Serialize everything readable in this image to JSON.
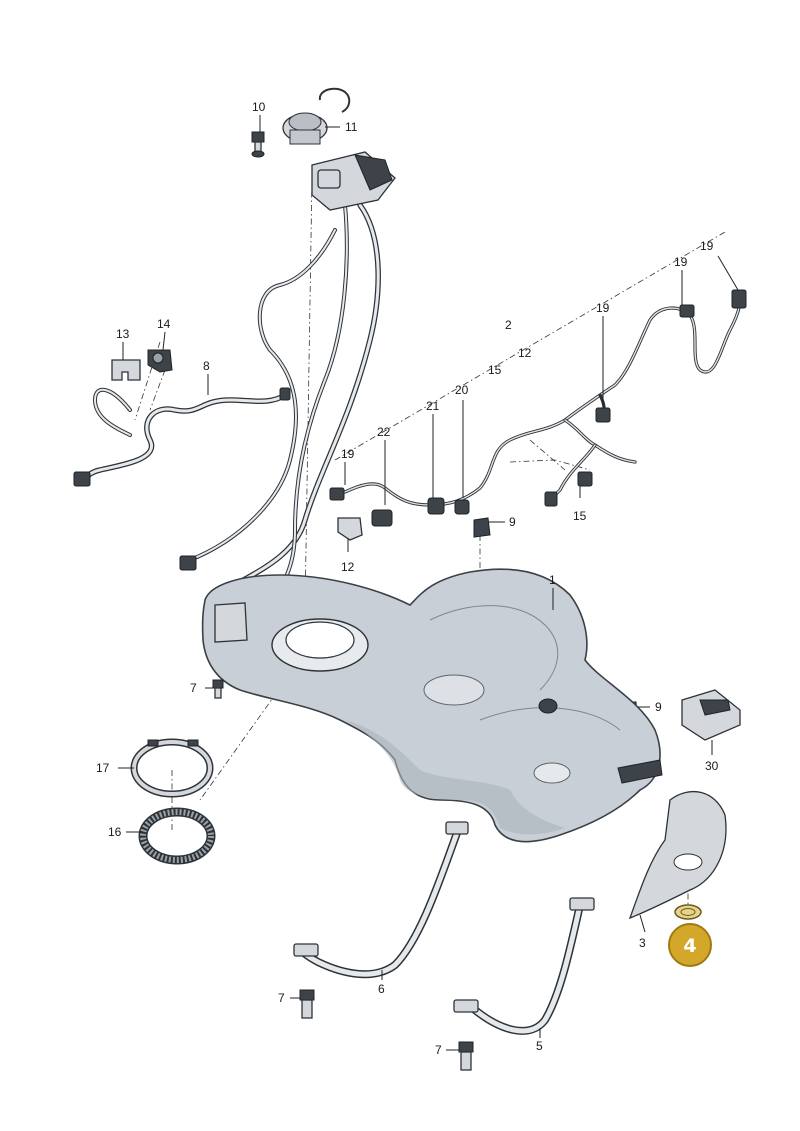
{
  "labels": {
    "p1": "1",
    "p2": "2",
    "p3": "3",
    "p4": "4",
    "p5": "5",
    "p6": "6",
    "p7a": "7",
    "p7b": "7",
    "p7c": "7",
    "p8": "8",
    "p9a": "9",
    "p9b": "9",
    "p10": "10",
    "p11": "11",
    "p12a": "12",
    "p12b": "12",
    "p13": "13",
    "p14": "14",
    "p15a": "15",
    "p15b": "15",
    "p16": "16",
    "p17": "17",
    "p19a": "19",
    "p19b": "19",
    "p19c": "19",
    "p19d": "19",
    "p20": "20",
    "p21": "21",
    "p22": "22",
    "p30": "30"
  },
  "highlight": {
    "label": "4",
    "color": "#d3a72a"
  },
  "colors": {
    "tank": "#c9cfd6",
    "line": "#2e3338",
    "accent": "#d3a72a"
  }
}
